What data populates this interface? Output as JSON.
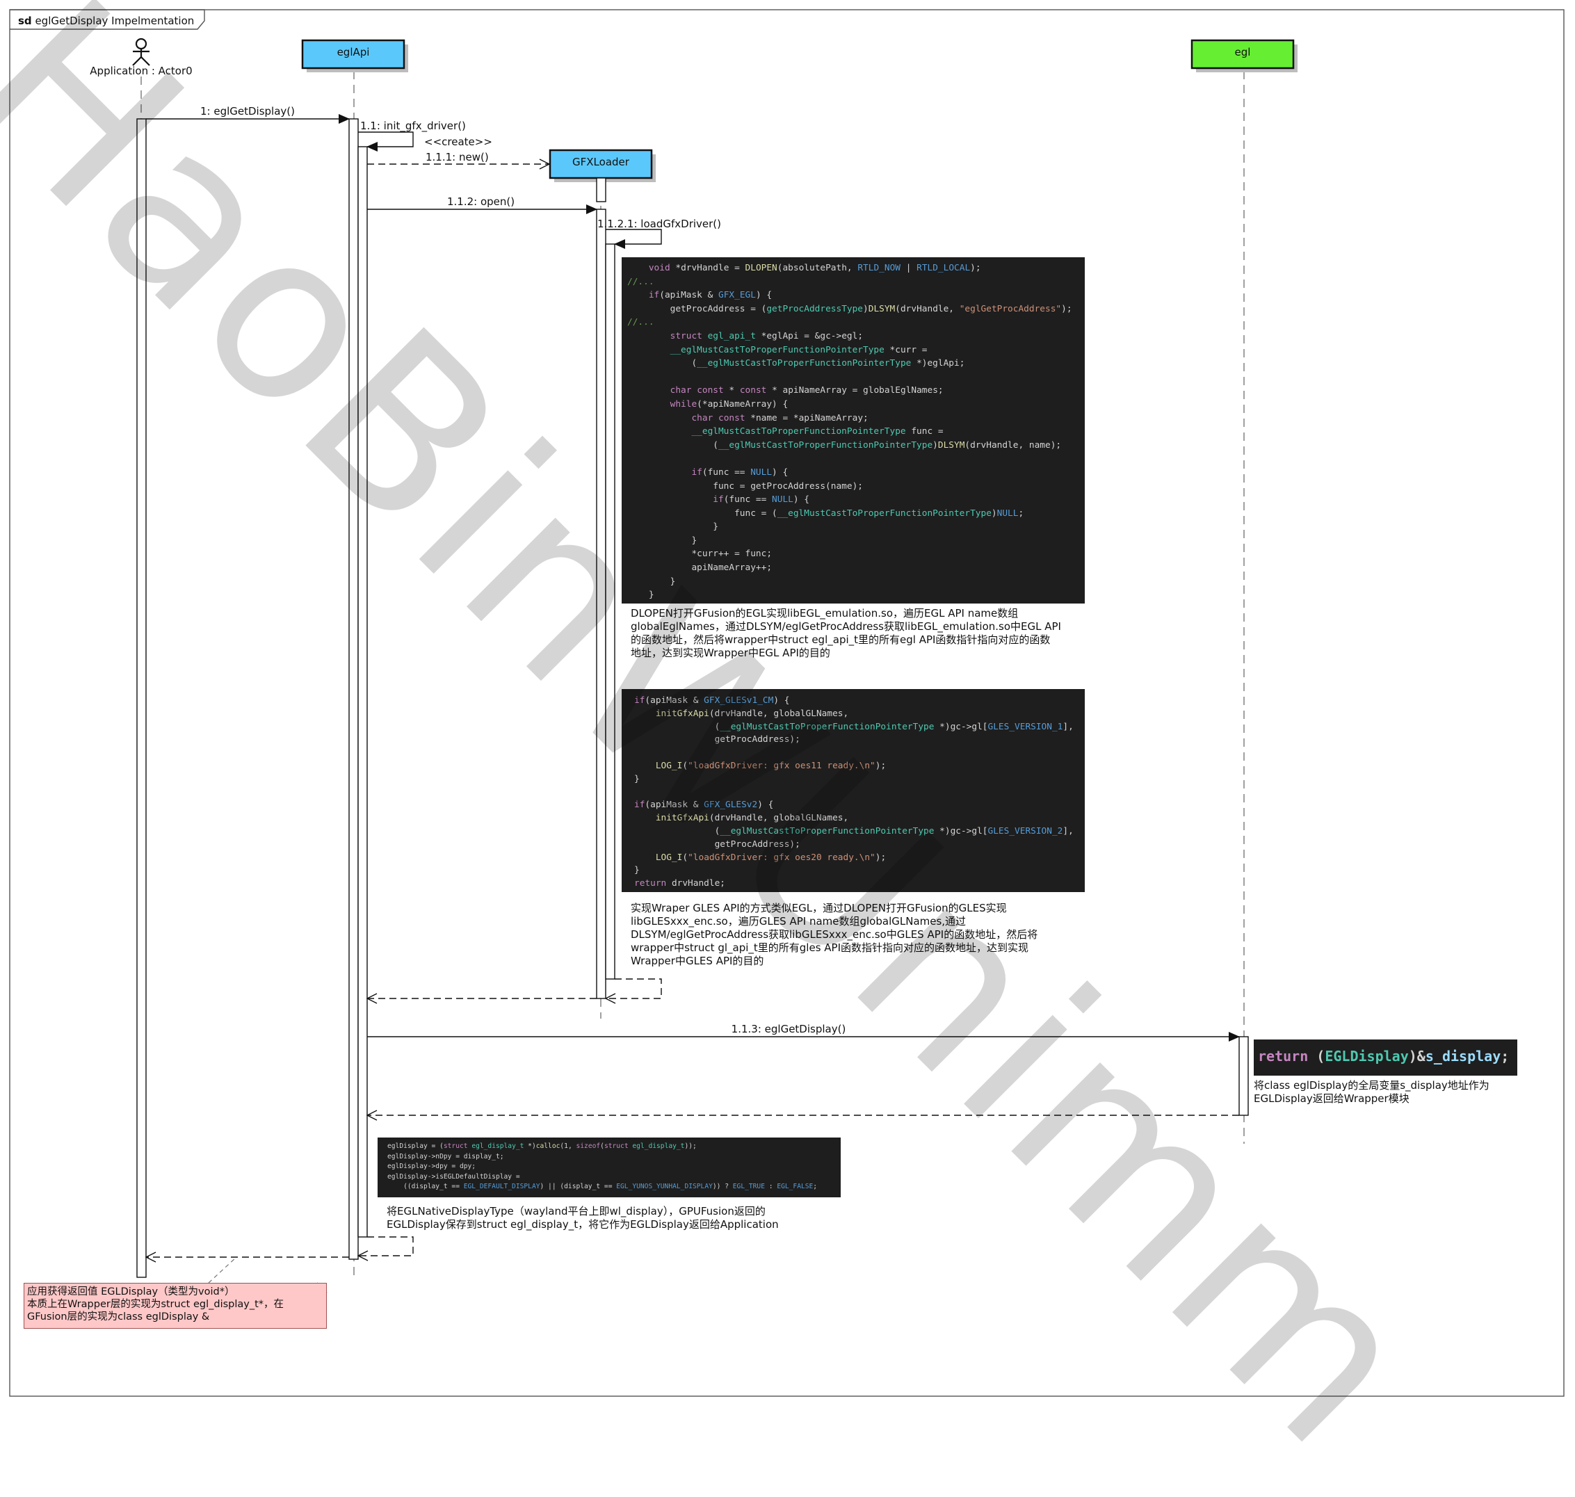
{
  "frame": {
    "prefix": "sd",
    "title": "eglGetDisplay Impelmentation"
  },
  "participants": {
    "actor": {
      "label": "Application : Actor0"
    },
    "eglApi": {
      "label": "eglApi",
      "color": "#5bc8fb"
    },
    "gfxLoader": {
      "label": "GFXLoader",
      "color": "#5bc8fb"
    },
    "egl": {
      "label": "egl",
      "color": "#66ee33"
    }
  },
  "messages": {
    "m1": "1: eglGetDisplay()",
    "m11": "1.1: init_gfx_driver()",
    "create": "<<create>>",
    "m111": "1.1.1: new()",
    "m112": "1.1.2: open()",
    "m1121": "1.1.2.1: loadGfxDriver()",
    "m113": "1.1.3: eglGetDisplay()"
  },
  "code_blocks": {
    "egl_load": [
      "    void *drvHandle = DLOPEN(absolutePath, RTLD_NOW | RTLD_LOCAL);",
      "//...",
      "    if(apiMask & GFX_EGL) {",
      "        getProcAddress = (getProcAddressType)DLSYM(drvHandle, \"eglGetProcAddress\");",
      "//...",
      "        struct egl_api_t *eglApi = &gc->egl;",
      "        __eglMustCastToProperFunctionPointerType *curr =",
      "            (__eglMustCastToProperFunctionPointerType *)eglApi;",
      "",
      "        char const * const * apiNameArray = globalEglNames;",
      "        while(*apiNameArray) {",
      "            char const *name = *apiNameArray;",
      "            __eglMustCastToProperFunctionPointerType func =",
      "                (__eglMustCastToProperFunctionPointerType)DLSYM(drvHandle, name);",
      "",
      "            if(func == NULL) {",
      "                func = getProcAddress(name);",
      "                if(func == NULL) {",
      "                    func = (__eglMustCastToProperFunctionPointerType)NULL;",
      "                }",
      "            }",
      "            *curr++ = func;",
      "            apiNameArray++;",
      "        }",
      "    }"
    ],
    "gles_load": [
      "if(apiMask & GFX_GLESv1_CM) {",
      "    initGfxApi(drvHandle, globalGLNames,",
      "               (__eglMustCastToProperFunctionPointerType *)gc->gl[GLES_VERSION_1],",
      "               getProcAddress);",
      "",
      "    LOG_I(\"loadGfxDriver: gfx oes11 ready.\\n\");",
      "}",
      "",
      "if(apiMask & GFX_GLESv2) {",
      "    initGfxApi(drvHandle, globalGLNames,",
      "               (__eglMustCastToProperFunctionPointerType *)gc->gl[GLES_VERSION_2],",
      "               getProcAddress);",
      "    LOG_I(\"loadGfxDriver: gfx oes20 ready.\\n\");",
      "}",
      "return drvHandle;"
    ],
    "return_display": "return (EGLDisplay)&s_display;",
    "egl_display_alloc": [
      "eglDisplay = (struct egl_display_t *)calloc(1, sizeof(struct egl_display_t));",
      "eglDisplay->nDpy = display_t;",
      "eglDisplay->dpy = dpy;",
      "eglDisplay->isEGLDefaultDisplay =",
      "    ((display_t == EGL_DEFAULT_DISPLAY) || (display_t == EGL_YUNOS_YUNHAL_DISPLAY)) ? EGL_TRUE : EGL_FALSE;"
    ]
  },
  "notes": {
    "egl_note": [
      "DLOPEN打开GFusion的EGL实现libEGL_emulation.so，遍历EGL API name数组",
      "globalEglNames，通过DLSYM/eglGetProcAddress获取libEGL_emulation.so中EGL API",
      "的函数地址，然后将wrapper中struct egl_api_t里的所有egl API函数指针指向对应的函数",
      "地址，达到实现Wrapper中EGL API的目的"
    ],
    "gles_note": [
      "实现Wraper GLES API的方式类似EGL，通过DLOPEN打开GFusion的GLES实现",
      "libGLESxxx_enc.so，遍历GLES API name数组globalGLNames,通过",
      "DLSYM/eglGetProcAddress获取libGLESxxx_enc.so中GLES API的函数地址，然后将",
      "wrapper中struct gl_api_t里的所有gles API函数指针指向对应的函数地址，达到实现",
      "Wrapper中GLES API的目的"
    ],
    "display_note": [
      "将class eglDisplay的全局变量s_display地址作为",
      "EGLDisplay返回给Wrapper模块"
    ],
    "save_note": [
      "将EGLNativeDisplayType（wayland平台上即wl_display），GPUFusion返回的",
      "EGLDisplay保存到struct egl_display_t，将它作为EGLDisplay返回给Application"
    ],
    "app_note": [
      "应用获得返回值 EGLDisplay（类型为void*）",
      "本质上在Wrapper层的实现为struct egl_display_t*，在",
      "GFusion层的实现为class eglDisplay &"
    ]
  },
  "watermark": "HaoBinWUnimm"
}
